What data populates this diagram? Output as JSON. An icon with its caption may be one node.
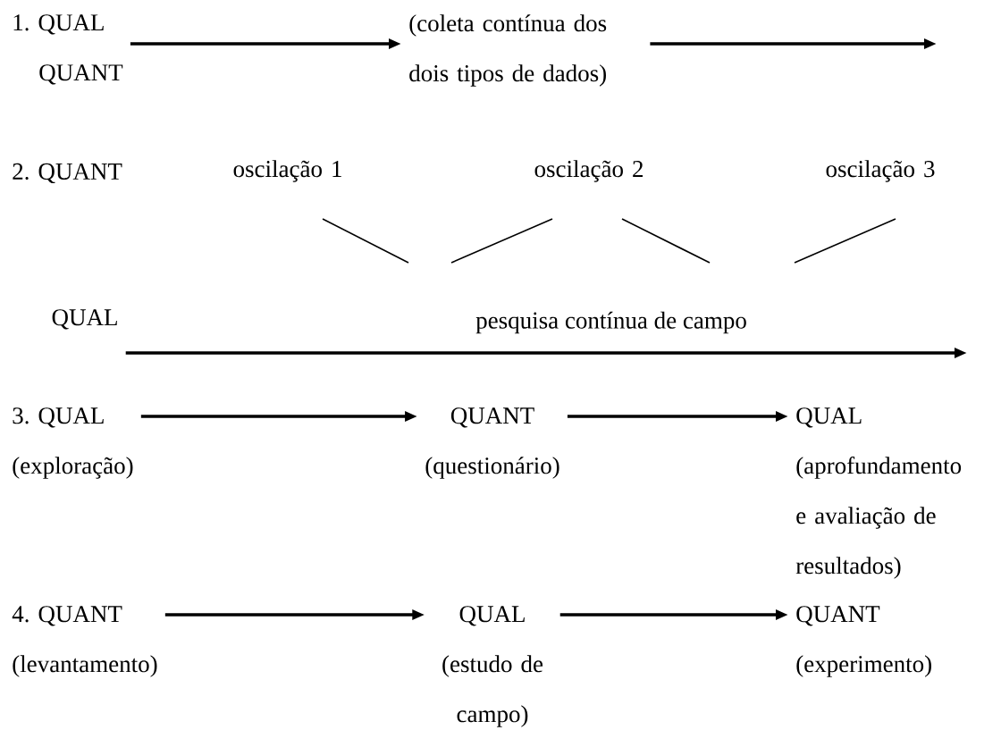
{
  "diagram": {
    "nodes": [
      {
        "text": [
          "1. QUAL",
          "QUANT"
        ]
      },
      {
        "text": [
          "(coleta contínua dos dois tipos de dados)"
        ]
      },
      {
        "text": [
          "oscilação 1"
        ]
      },
      {
        "text": [
          "oscilação 2"
        ]
      },
      {
        "text": [
          "oscilação 3"
        ]
      },
      {
        "text": [
          "QUAL"
        ]
      },
      {
        "text": [
          "3. QUAL",
          "(exploração)"
        ]
      },
      {
        "text": [
          "QUANT",
          "(questionário)"
        ]
      },
      {
        "text": [
          "QUAL",
          "(aprofundamento e avaliação de resultados)"
        ]
      },
      {
        "text": [
          "4. QUANT",
          "(levantamento)"
        ]
      },
      {
        "text": [
          "QUAL",
          "(estudo de campo)"
        ]
      },
      {
        "text": [
          "QUANT",
          "(experimento)"
        ]
      }
    ],
    "edges": [
      {
        "from": 0,
        "to": 1,
        "arrow": "to"
      },
      {
        "from": 1,
        "to": null,
        "arrow": "to"
      },
      {
        "from": 5,
        "to": null,
        "arrow": "to",
        "label": "pesquisa contínua de campo"
      },
      {
        "from": 6,
        "to": 7,
        "arrow": "to"
      },
      {
        "from": 7,
        "to": 8,
        "arrow": "to"
      },
      {
        "from": 9,
        "to": 10,
        "arrow": "to"
      },
      {
        "from": 10,
        "to": 11,
        "arrow": "to"
      }
    ],
    "labels": [
      "2. QUANT"
    ]
  }
}
